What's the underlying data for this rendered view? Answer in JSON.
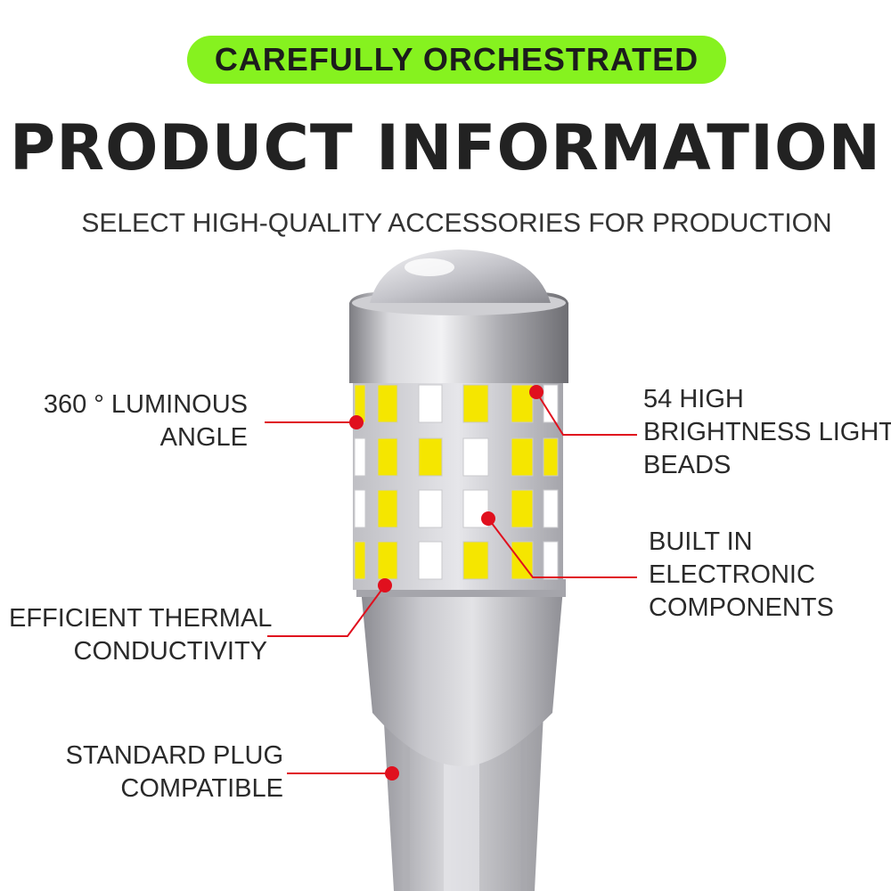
{
  "header": {
    "badge": "CAREFULLY ORCHESTRATED",
    "title": "PRODUCT INFORMATION",
    "subtitle": "SELECT HIGH-QUALITY ACCESSORIES FOR PRODUCTION"
  },
  "callouts": {
    "luminous_angle": [
      "360 ° LUMINOUS",
      "ANGLE"
    ],
    "light_beads": [
      "54 HIGH",
      "BRIGHTNESS LIGHT",
      "BEADS"
    ],
    "electronic": [
      "BUILT IN",
      "ELECTRONIC",
      "COMPONENTS"
    ],
    "thermal": [
      "EFFICIENT THERMAL",
      "CONDUCTIVITY"
    ],
    "plug": [
      "STANDARD PLUG",
      "COMPATIBLE"
    ]
  },
  "colors": {
    "badge_bg": "#86f21f",
    "pointer": "#e0101e",
    "led_yellow": "#f5e600",
    "led_white": "#ffffff",
    "metal": "#b9b9bd"
  }
}
